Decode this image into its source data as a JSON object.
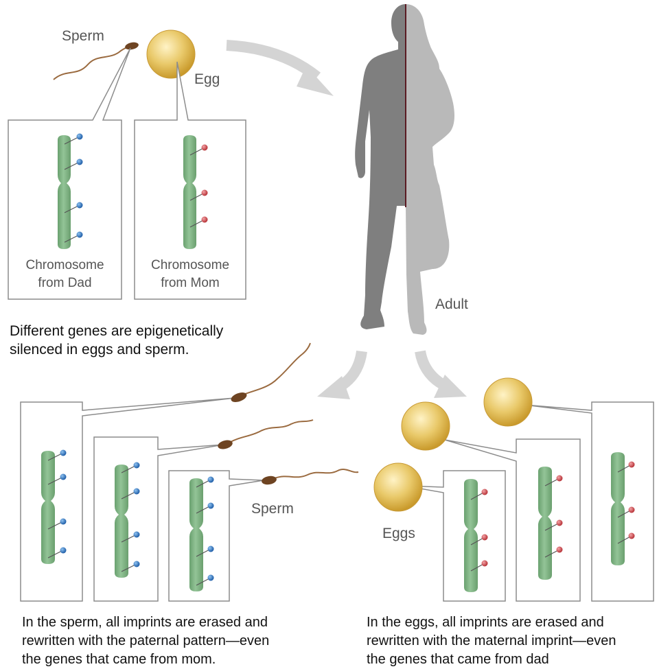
{
  "labels": {
    "sperm_top": "Sperm",
    "egg_top": "Egg",
    "adult": "Adult",
    "sperm_bottom": "Sperm",
    "eggs_bottom": "Eggs"
  },
  "captions": {
    "dad_chromosome": [
      "Chromosome",
      "from Dad"
    ],
    "mom_chromosome": [
      "Chromosome",
      "from Mom"
    ]
  },
  "descriptions": {
    "top": [
      "Different genes are epigenetically",
      "silenced in eggs and sperm."
    ],
    "sperm": [
      "In the sperm, all imprints are erased and",
      "rewritten with the paternal pattern—even",
      "the genes that came from mom."
    ],
    "eggs": [
      "In the eggs, all imprints are erased and",
      "rewritten with the maternal imprint—even",
      "the genes that came from dad"
    ]
  },
  "colors": {
    "paternal_mark": "#2f6fb8",
    "maternal_mark": "#cf4a4f",
    "chromosome": "#7fb383",
    "egg": "#e2c060",
    "sperm": "#8a5a33",
    "arrow": "#d4d4d4",
    "adult_male": "#7f7f7f",
    "adult_female": "#b9b9b9"
  }
}
